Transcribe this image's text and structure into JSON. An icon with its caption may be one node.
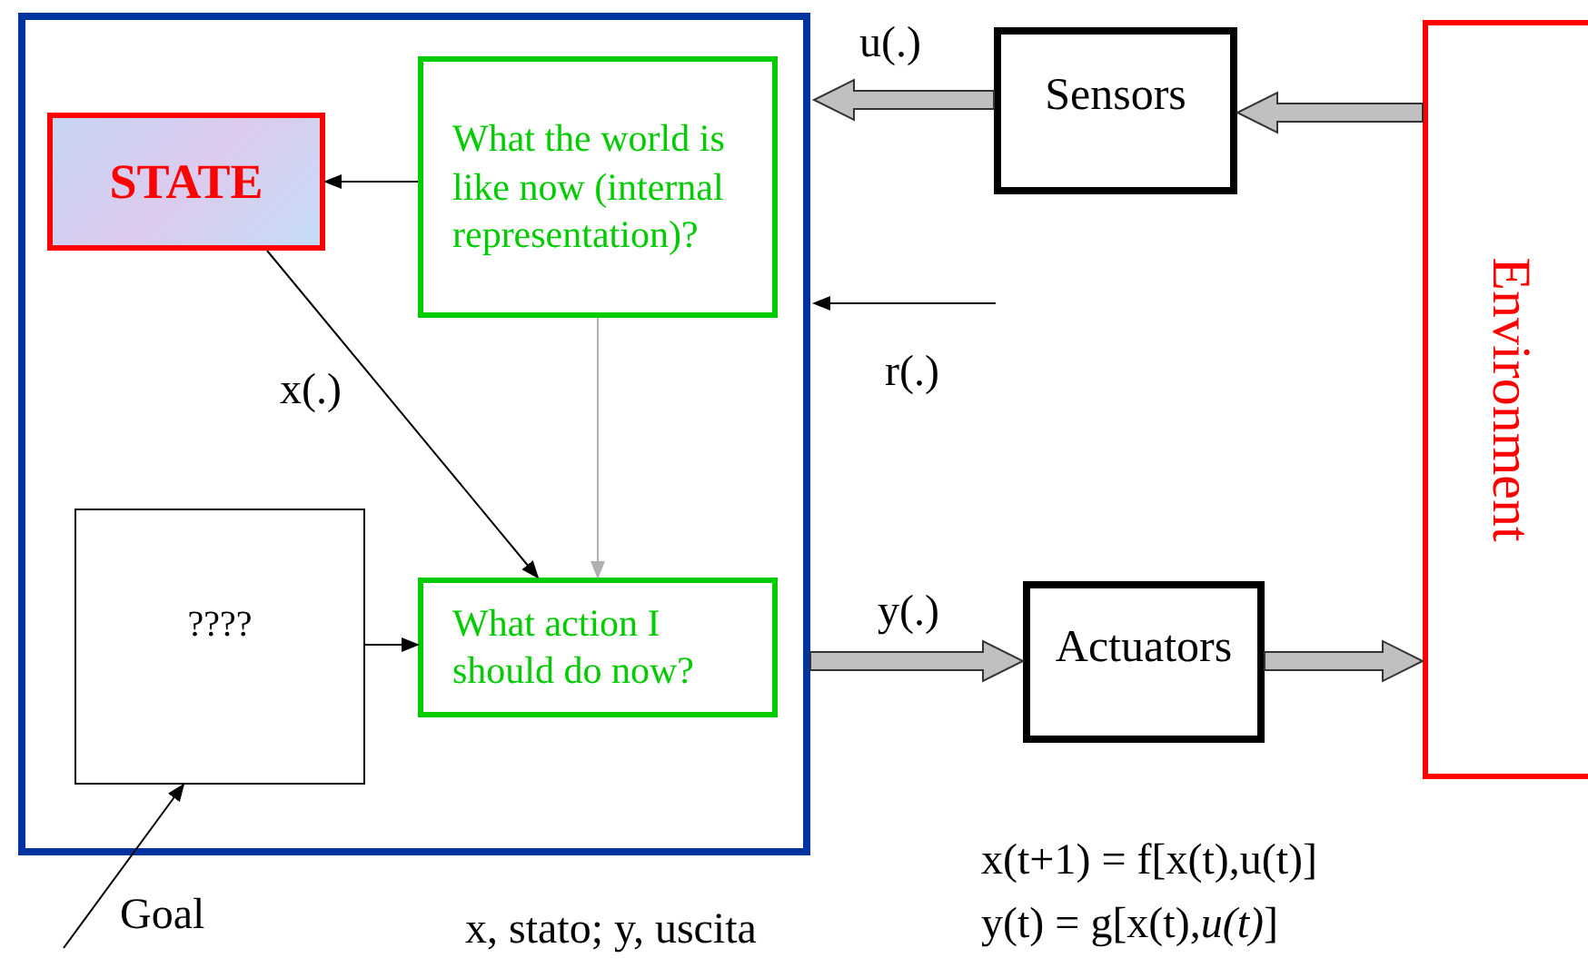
{
  "diagram": {
    "nodes": [
      {
        "text": [],
        "shape": "box"
      },
      {
        "text": [
          "STATE"
        ],
        "in": 0
      },
      {
        "text": [
          "What the world is like now (internal representation)?"
        ],
        "in": 0
      },
      {
        "text": [
          "????"
        ],
        "in": 0
      },
      {
        "text": [
          "What action I should do now?"
        ],
        "in": 0
      },
      {
        "text": [
          "Sensors"
        ]
      },
      {
        "text": [
          "Actuators"
        ]
      },
      {
        "text": [
          "Environment"
        ]
      }
    ],
    "edges": [
      {
        "from": 2,
        "to": 1,
        "arrow": "to"
      },
      {
        "from": 1,
        "to": 4,
        "arrow": "to",
        "label": "x(.)"
      },
      {
        "from": 2,
        "to": 4,
        "arrow": "to",
        "color": "#b0b0b0"
      },
      {
        "from": 3,
        "to": 4,
        "arrow": "to"
      },
      {
        "from": null,
        "to": 3,
        "arrow": "to",
        "label": "Goal"
      },
      {
        "from": 5,
        "to": 0,
        "arrow": "to",
        "label": "u(.)",
        "style": "thick",
        "color": "#c0c0c0"
      },
      {
        "from": 7,
        "to": 5,
        "arrow": "to",
        "style": "thick",
        "color": "#c0c0c0"
      },
      {
        "from": null,
        "to": 0,
        "arrow": "to",
        "label": "r(.)"
      },
      {
        "from": 0,
        "to": 6,
        "arrow": "to",
        "label": "y(.)",
        "style": "thick",
        "color": "#c0c0c0"
      },
      {
        "from": 6,
        "to": 7,
        "arrow": "to",
        "style": "thick",
        "color": "#c0c0c0"
      }
    ],
    "labels": [
      "x, stato; y, uscita",
      "x(t+1) = f[x(t),u(t)]",
      "y(t) = g[x(t),*u(t)*]"
    ]
  }
}
